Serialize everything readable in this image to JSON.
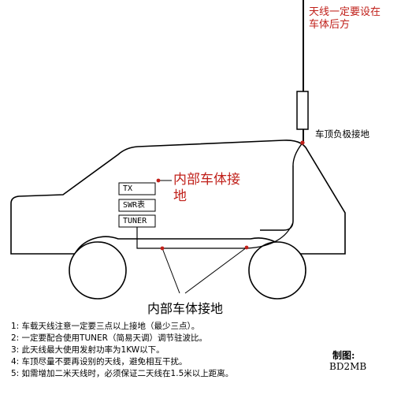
{
  "top_label": [
    "天线一定要设在",
    "车体后方"
  ],
  "roof_ground_label": "车顶负极接地",
  "internal_ground_label_top": [
    "内部车体接",
    "地"
  ],
  "internal_ground_label_bottom": "内部车体接地",
  "equipment": [
    "TX",
    "SWR表",
    "TUNER"
  ],
  "notes": [
    "1: 车载天线注意一定要三点以上接地（最少三点）。",
    "2: 一定要配合使用TUNER（简易天调）调节驻波比。",
    "3: 此天线最大使用发射功率为1KW以下。",
    "4: 车顶尽量不要再设别的天线，避免相互干扰。",
    "5: 如需增加二米天线时，必须保证二天线在1.5米以上距离。"
  ],
  "credit_label": "制图:",
  "credit_name": "BD2MB",
  "colors": {
    "accent": "#c0201a",
    "line": "#000000"
  }
}
